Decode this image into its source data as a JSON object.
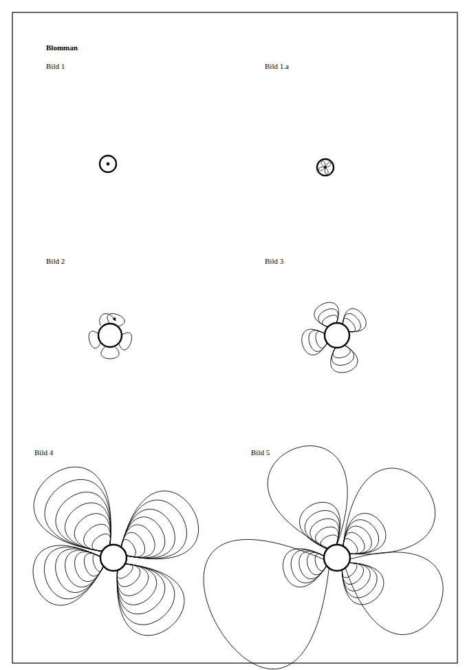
{
  "diagram": {
    "title": "Blomman",
    "labels": [
      "Bild 1",
      "Bild 1.a",
      "Bild 2",
      "Bild 3",
      "Bild 4",
      "Bild 5"
    ]
  }
}
